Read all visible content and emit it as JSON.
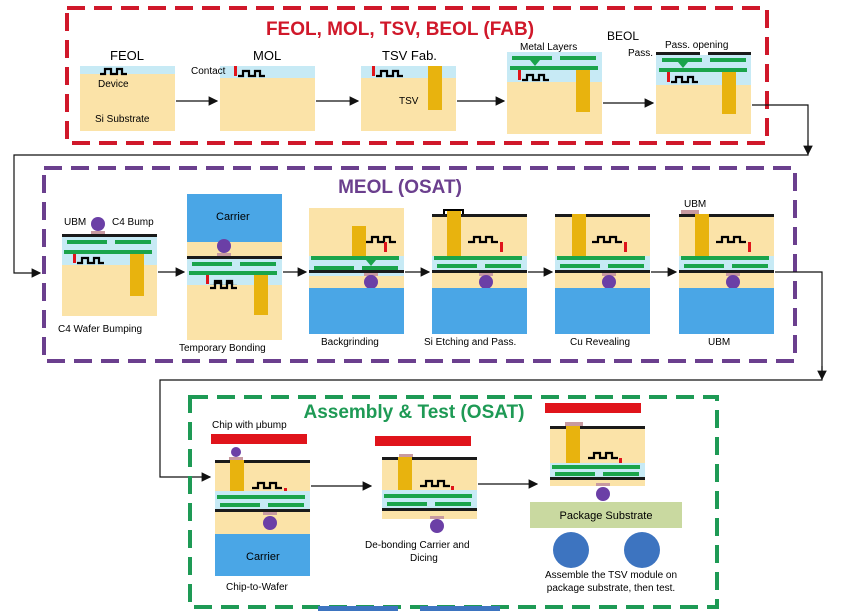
{
  "sections": {
    "fab": {
      "title": "FEOL, MOL, TSV, BEOL (FAB)",
      "color": "#d0182a"
    },
    "meol": {
      "title": "MEOL (OSAT)",
      "color": "#6b3f8e"
    },
    "assembly": {
      "title": "Assembly  & Test (OSAT)",
      "color": "#1e9a55"
    }
  },
  "fab_labels": {
    "feol": "FEOL",
    "device": "Device",
    "si_substrate": "Si Substrate",
    "contact": "Contact",
    "mol": "MOL",
    "tsv_fab": "TSV Fab.",
    "tsv": "TSV",
    "metal_layers": "Metal Layers",
    "beol": "BEOL",
    "pass": "Pass.",
    "pass_opening": "Pass. opening"
  },
  "meol_labels": {
    "ubm": "UBM",
    "c4_bump": "C4 Bump",
    "c4_wafer_bumping": "C4 Wafer Bumping",
    "carrier": "Carrier",
    "temporary_bonding": "Temporary Bonding",
    "backgrinding": "Backgrinding",
    "si_etching": "Si Etching and Pass.",
    "cu_revealing": "Cu Revealing",
    "ubm_top": "UBM",
    "ubm_step": "UBM"
  },
  "assembly_labels": {
    "chip_with_bump": "Chip with μbump",
    "carrier": "Carrier",
    "chip_to_wafer": "Chip-to-Wafer",
    "debond_line1": "De-bonding Carrier  and",
    "debond_line2": "Dicing",
    "package_substrate": "Package Substrate",
    "assemble_line1": "Assemble the TSV module on",
    "assemble_line2": "package substrate, then test."
  },
  "colors": {
    "silicon": "#fbe3a8",
    "oxide": "#c7eaf5",
    "metal": "#1aa44b",
    "cu": "#e8b30e",
    "bump": "#6b3fa6",
    "carrier": "#4aa6e6",
    "chip_red": "#e0141b",
    "pkg": "#c9d9a0",
    "ball": "#3d74c0",
    "ubm": "#c89aa0"
  }
}
